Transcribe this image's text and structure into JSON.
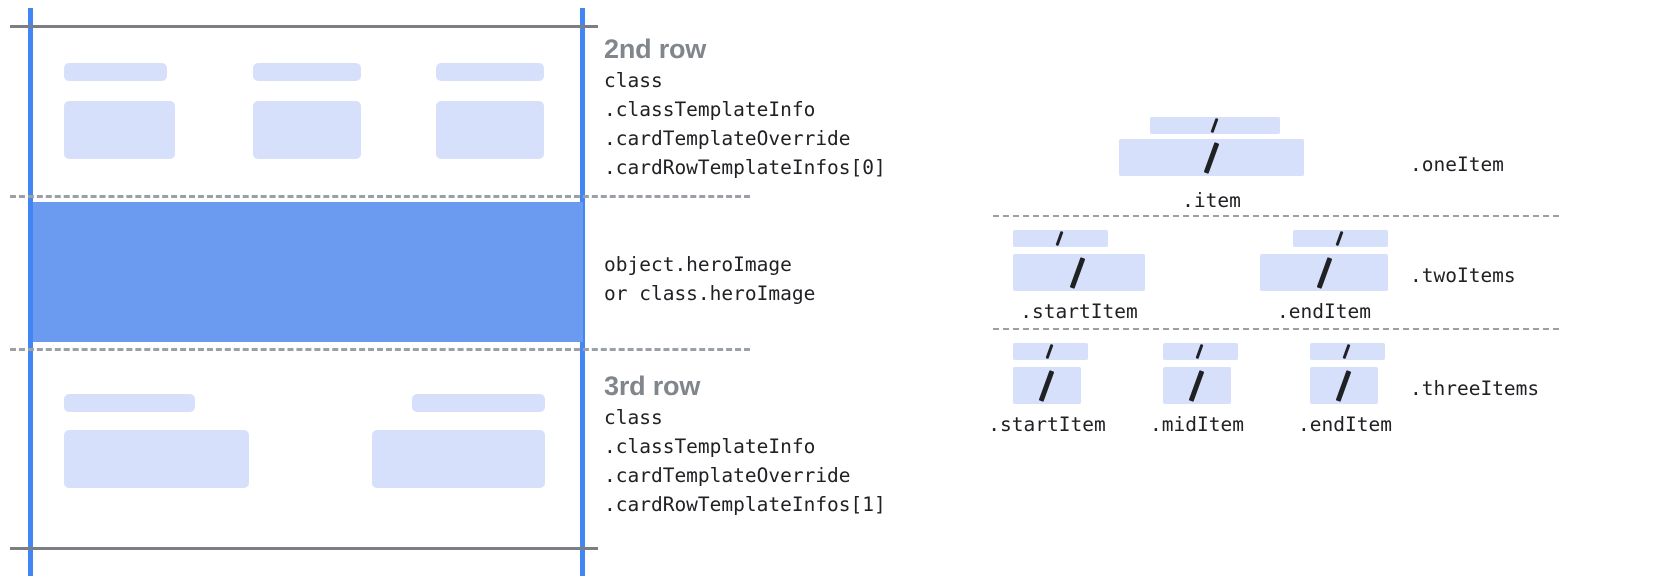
{
  "card_diagram": {
    "name": "card-anatomy-diagram",
    "rows": [
      {
        "id": "second-row",
        "title": "2nd row",
        "code_lines": [
          "class",
          ".classTemplateInfo",
          ".cardTemplateOverride",
          ".cardRowTemplateInfos[0]"
        ],
        "placeholder_groups": 3
      },
      {
        "id": "hero-row",
        "title": "",
        "code_lines": [
          "object.heroImage",
          "or class.heroImage"
        ],
        "placeholder_groups": 0
      },
      {
        "id": "third-row",
        "title": "3rd row",
        "code_lines": [
          "class",
          ".classTemplateInfo",
          ".cardTemplateOverride",
          ".cardRowTemplateInfos[1]"
        ],
        "placeholder_groups": 2
      }
    ],
    "colors": {
      "hero_fill": "#6b9bf0",
      "placeholder_fill": "#d7e0fa",
      "guide_line": "#4285f4",
      "card_border": "#7b7f84",
      "row_divider": "#9aa0a6",
      "title_text": "#80868b",
      "code_text": "#202124"
    }
  },
  "item_diagram": {
    "name": "item-layout-diagram",
    "groups": [
      {
        "id": "one-item",
        "side_label": ".oneItem",
        "cells": [
          {
            "label": ".item",
            "glyph": "/"
          }
        ]
      },
      {
        "id": "two-items",
        "side_label": ".twoItems",
        "cells": [
          {
            "label": ".startItem",
            "glyph": "/"
          },
          {
            "label": ".endItem",
            "glyph": "/"
          }
        ]
      },
      {
        "id": "three-items",
        "side_label": ".threeItems",
        "cells": [
          {
            "label": ".startItem",
            "glyph": "/"
          },
          {
            "label": ".midItem",
            "glyph": "/"
          },
          {
            "label": ".endItem",
            "glyph": "/"
          }
        ]
      }
    ]
  }
}
